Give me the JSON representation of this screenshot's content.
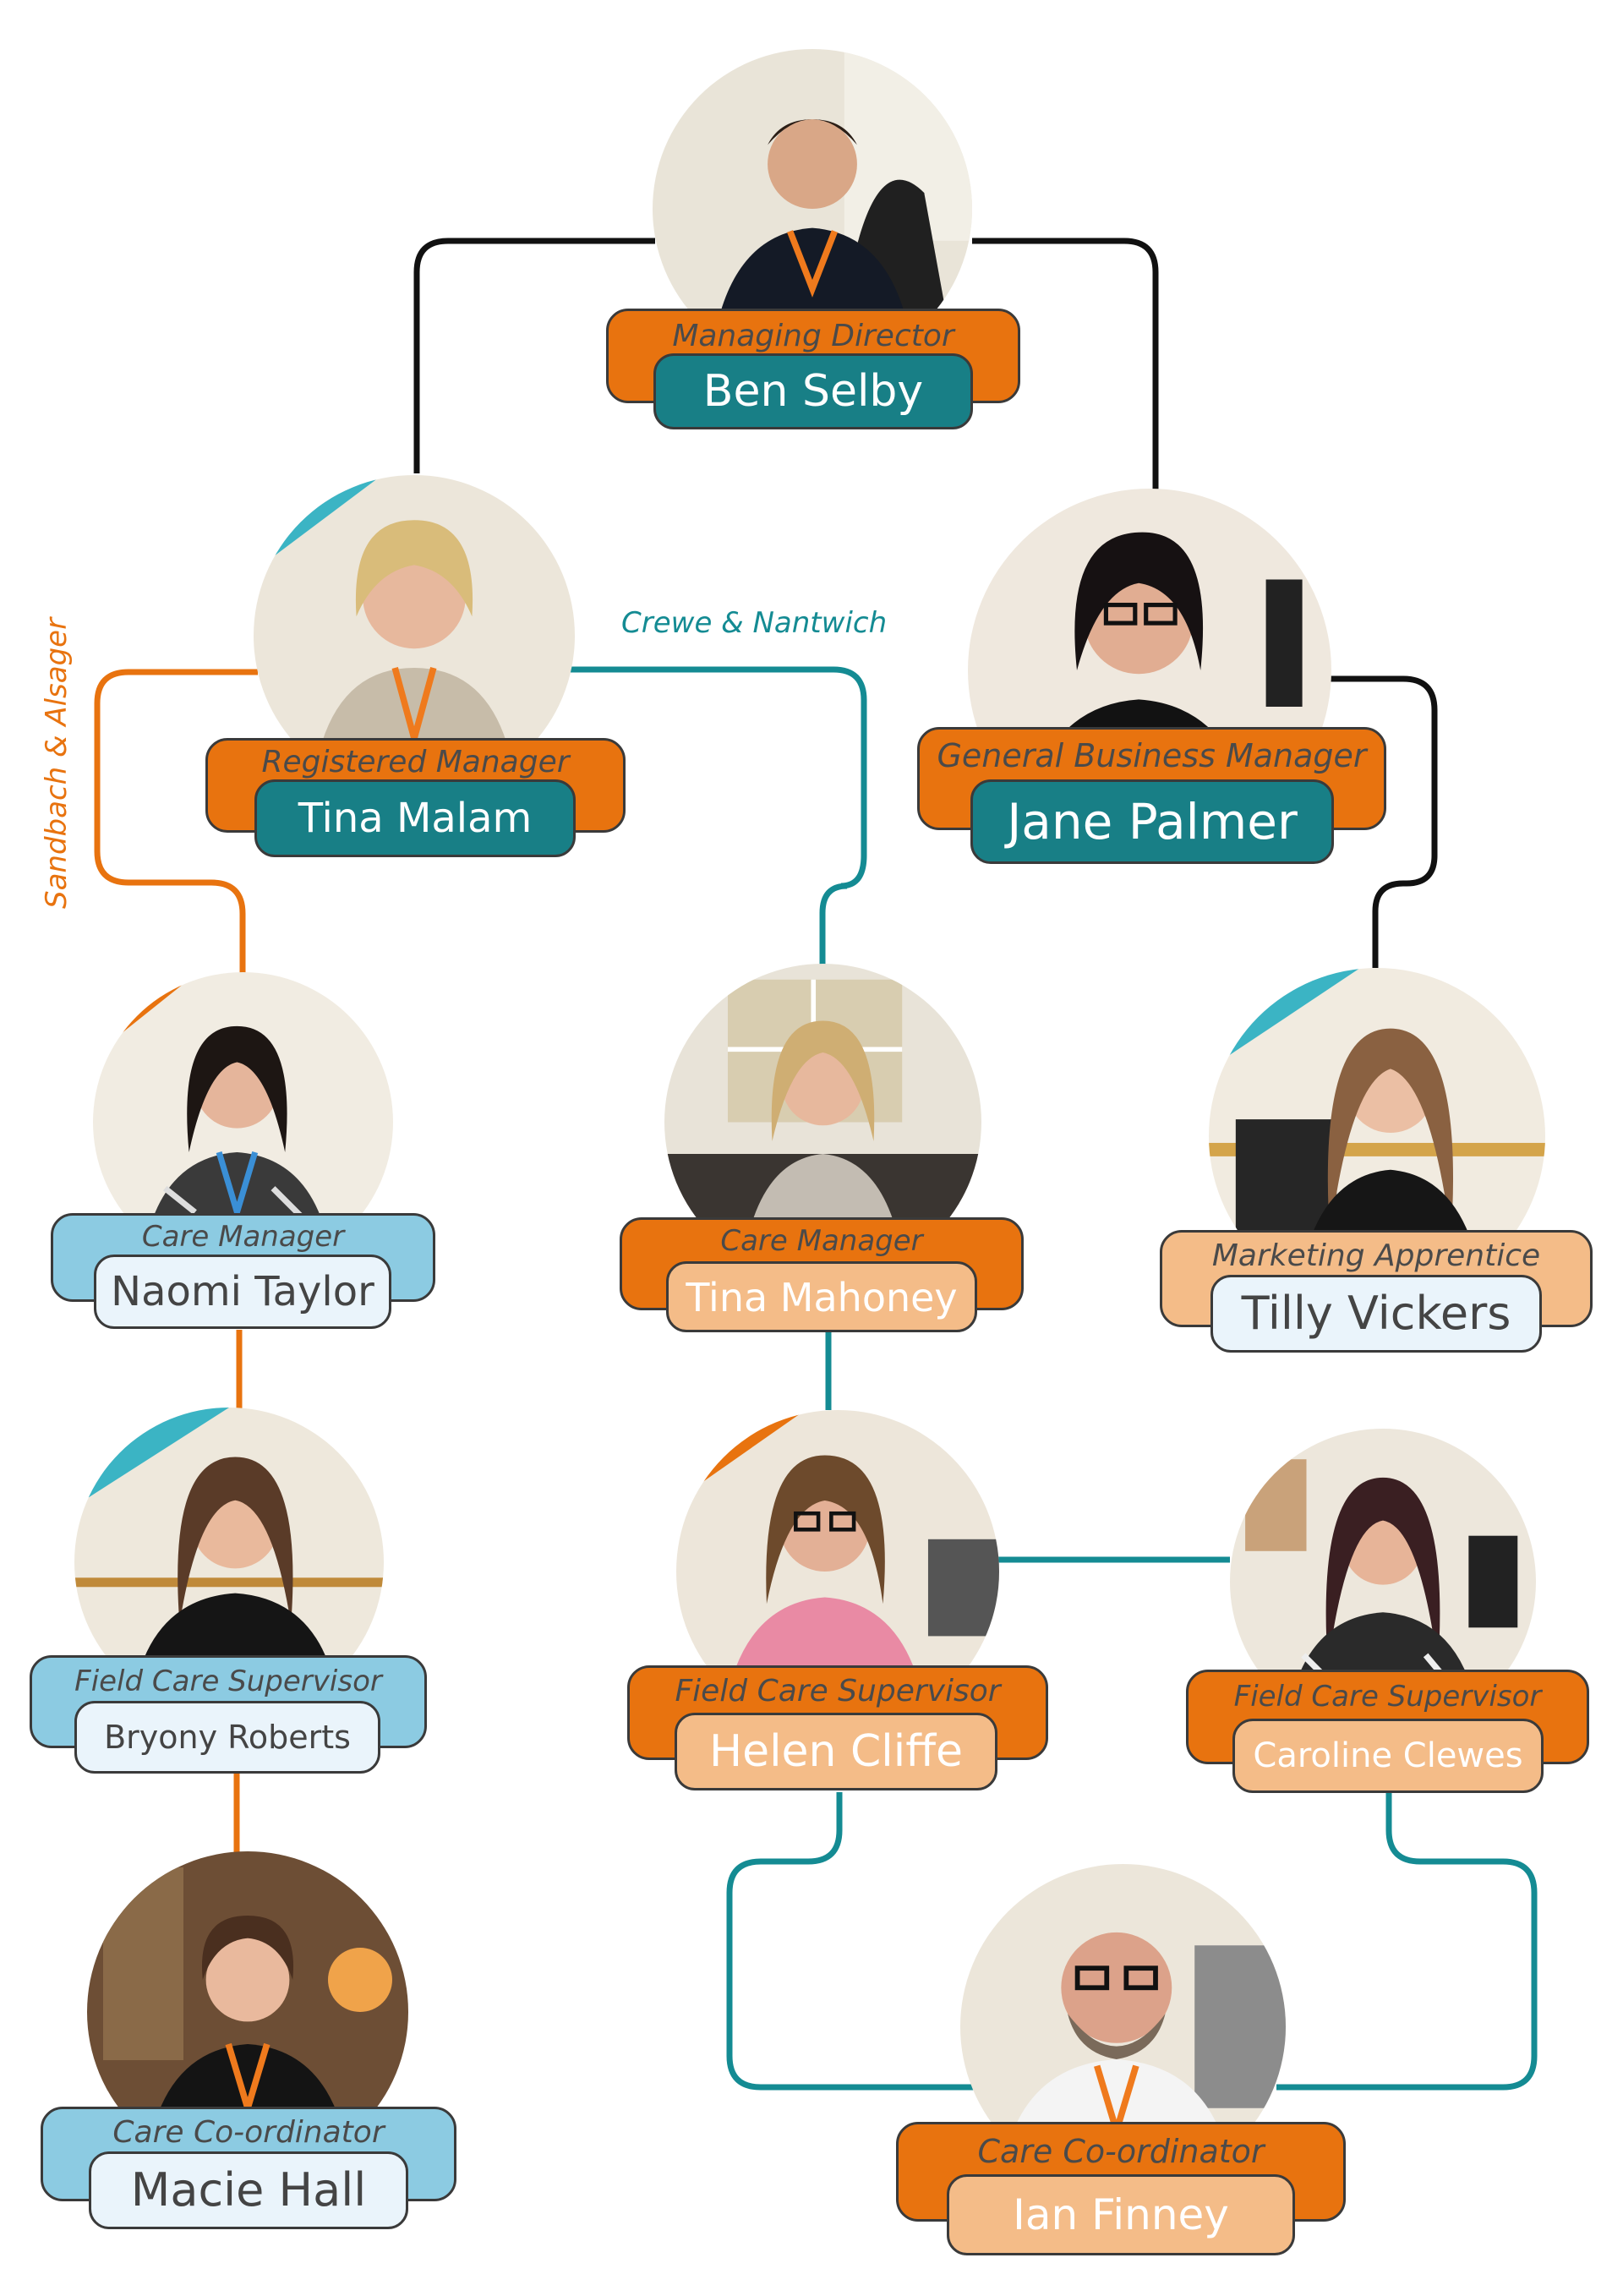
{
  "colors": {
    "orange": "#e8730f",
    "light_orange": "#f4bc88",
    "teal": "#187f86",
    "light_blue": "#8ccbe2",
    "pale_blue": "#eaf4fb",
    "line_black": "#111111",
    "line_orange": "#e8730f",
    "line_teal": "#148b93"
  },
  "branches": {
    "left": "Sandbach & Alsager",
    "right": "Crewe & Nantwich"
  },
  "staff": {
    "ben": {
      "role": "Managing Director",
      "name": "Ben Selby",
      "photo_icon": "person-photo"
    },
    "tina_malam": {
      "role": "Registered Manager",
      "name": "Tina Malam",
      "photo_icon": "person-photo"
    },
    "jane": {
      "role": "General Business Manager",
      "name": "Jane Palmer",
      "photo_icon": "person-photo"
    },
    "naomi": {
      "role": "Care Manager",
      "name": "Naomi Taylor",
      "photo_icon": "person-photo"
    },
    "tina_mahoney": {
      "role": "Care Manager",
      "name": "Tina Mahoney",
      "photo_icon": "person-photo"
    },
    "tilly": {
      "role": "Marketing Apprentice",
      "name": "Tilly Vickers",
      "photo_icon": "person-photo"
    },
    "bryony": {
      "role": "Field Care Supervisor",
      "name": "Bryony Roberts",
      "photo_icon": "person-photo"
    },
    "helen": {
      "role": "Field Care Supervisor",
      "name": "Helen Cliffe",
      "photo_icon": "person-photo"
    },
    "caroline": {
      "role": "Field Care Supervisor",
      "name": "Caroline Clewes",
      "photo_icon": "person-photo"
    },
    "macie": {
      "role": "Care Co-ordinator",
      "name": "Macie Hall",
      "photo_icon": "person-photo"
    },
    "ian": {
      "role": "Care Co-ordinator",
      "name": "Ian Finney",
      "photo_icon": "person-photo"
    }
  }
}
